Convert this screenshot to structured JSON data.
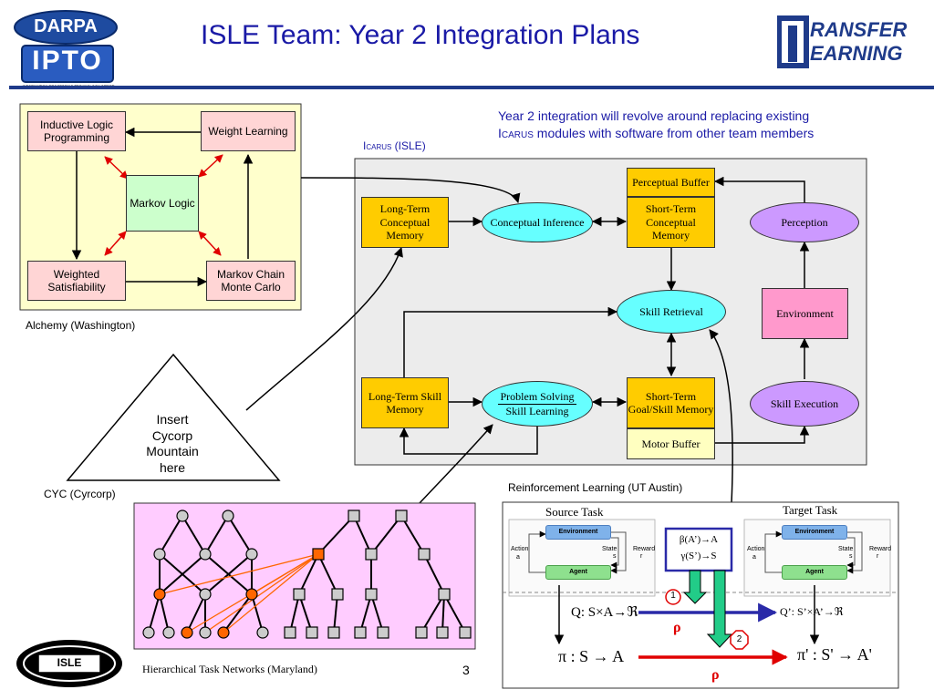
{
  "slide": {
    "title": "ISLE Team: Year 2 Integration Plans",
    "page_number": "3",
    "intro_line1": "Year 2 integration will revolve around replacing existing",
    "intro_line2": "modules with software from other team members",
    "intro_icarus": "Icarus"
  },
  "logos": {
    "darpa": "DARPA",
    "ipto": "IPTO",
    "ipto_caption": "INFORMATION PROCESSING TECHNOLOGY OFFICE",
    "transfer_line1": "RANSFER",
    "transfer_line2": "EARNING",
    "isle": "ISLE"
  },
  "alchemy": {
    "caption": "Alchemy (Washington)",
    "ilp": "Inductive Logic Programming",
    "weight": "Weight Learning",
    "markov_logic": "Markov Logic",
    "weighted_sat": "Weighted Satisfiability",
    "mcmc": "Markov Chain Monte Carlo"
  },
  "icarus": {
    "label_prefix": "Icarus",
    "label_suffix": " (ISLE)",
    "perceptual_buffer": "Perceptual Buffer",
    "ltcm": "Long-Term Conceptual Memory",
    "conceptual_inference": "Conceptual Inference",
    "stcm": "Short-Term Conceptual Memory",
    "perception": "Perception",
    "skill_retrieval": "Skill Retrieval",
    "environment": "Environment",
    "ltsm": "Long-Term Skill Memory",
    "problem_solving": "Problem Solving",
    "skill_learning": "Skill Learning",
    "stgsm": "Short-Term Goal/Skill Memory",
    "motor_buffer": "Motor Buffer",
    "skill_execution": "Skill Execution"
  },
  "cyc": {
    "insert_text": "Insert Cycorp Mountain here",
    "caption": "CYC (Cyrcorp)"
  },
  "htn": {
    "caption": "Hierarchical Task Networks (Maryland)"
  },
  "rl": {
    "caption": "Reinforcement Learning (UT Austin)",
    "source_task": "Source Task",
    "target_task": "Target Task",
    "environment": "Environment",
    "agent": "Agent",
    "action": "Action",
    "action_var": "a",
    "state": "State",
    "state_var": "s",
    "reward": "Reward",
    "reward_var": "r",
    "beta": "β(A’)→A",
    "gamma": "γ(S’)→S",
    "step1": "1",
    "step2": "2",
    "q_source": "Q: S×A→ℜ",
    "q_target": "Q’: S’×A’→ℜ",
    "rho": "ρ",
    "pi_source": "π : S → A",
    "pi_target": "π' : S' → A'"
  },
  "colors": {
    "title_blue": "#1a1aa6",
    "banner_blue": "#1f3b8a",
    "alchemy_bg": "#ffffcc",
    "alchemy_box": "#ffd5d5",
    "markov_green": "#ccffcc",
    "icarus_bg": "#ececec",
    "memory_yellow": "#ffcc00",
    "buffer_yellow": "#ffffc0",
    "process_cyan": "#66ffff",
    "process_purple": "#cc99ff",
    "environment_pink": "#ff99cc",
    "htn_bg": "#ffccff",
    "htn_orange": "#ff6600",
    "red_arrow": "#e00000",
    "rl_blue": "#2a2aa8",
    "rl_green": "#22cc88"
  }
}
